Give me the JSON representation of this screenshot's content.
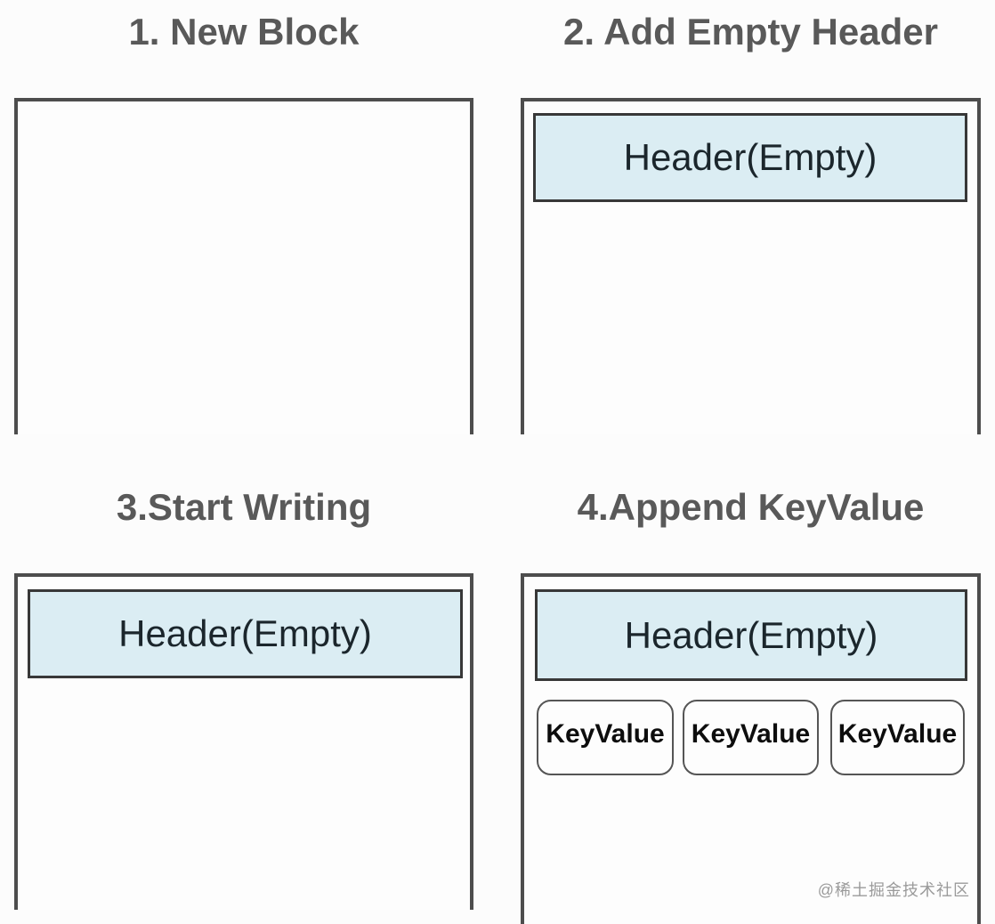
{
  "diagram": {
    "description_colors": {
      "background": "#fcfcfc",
      "title_text": "#595959",
      "box_border": "#4d4d4d",
      "header_fill": "#dbedf3",
      "header_border": "#383838",
      "header_text": "#1b262c",
      "keyvalue_border": "#555555",
      "keyvalue_text": "#0d0d0d",
      "watermark_text": "#9a9a9a"
    },
    "panels": [
      {
        "title": "1. New Block",
        "header": null,
        "keyvalues": []
      },
      {
        "title": "2. Add Empty Header",
        "header": "Header(Empty)",
        "keyvalues": []
      },
      {
        "title": "3.Start Writing",
        "header": "Header(Empty)",
        "keyvalues": []
      },
      {
        "title": "4.Append KeyValue",
        "header": "Header(Empty)",
        "keyvalues": [
          "KeyValue",
          "KeyValue",
          "KeyValue"
        ]
      }
    ],
    "watermark": "@稀土掘金技术社区"
  }
}
